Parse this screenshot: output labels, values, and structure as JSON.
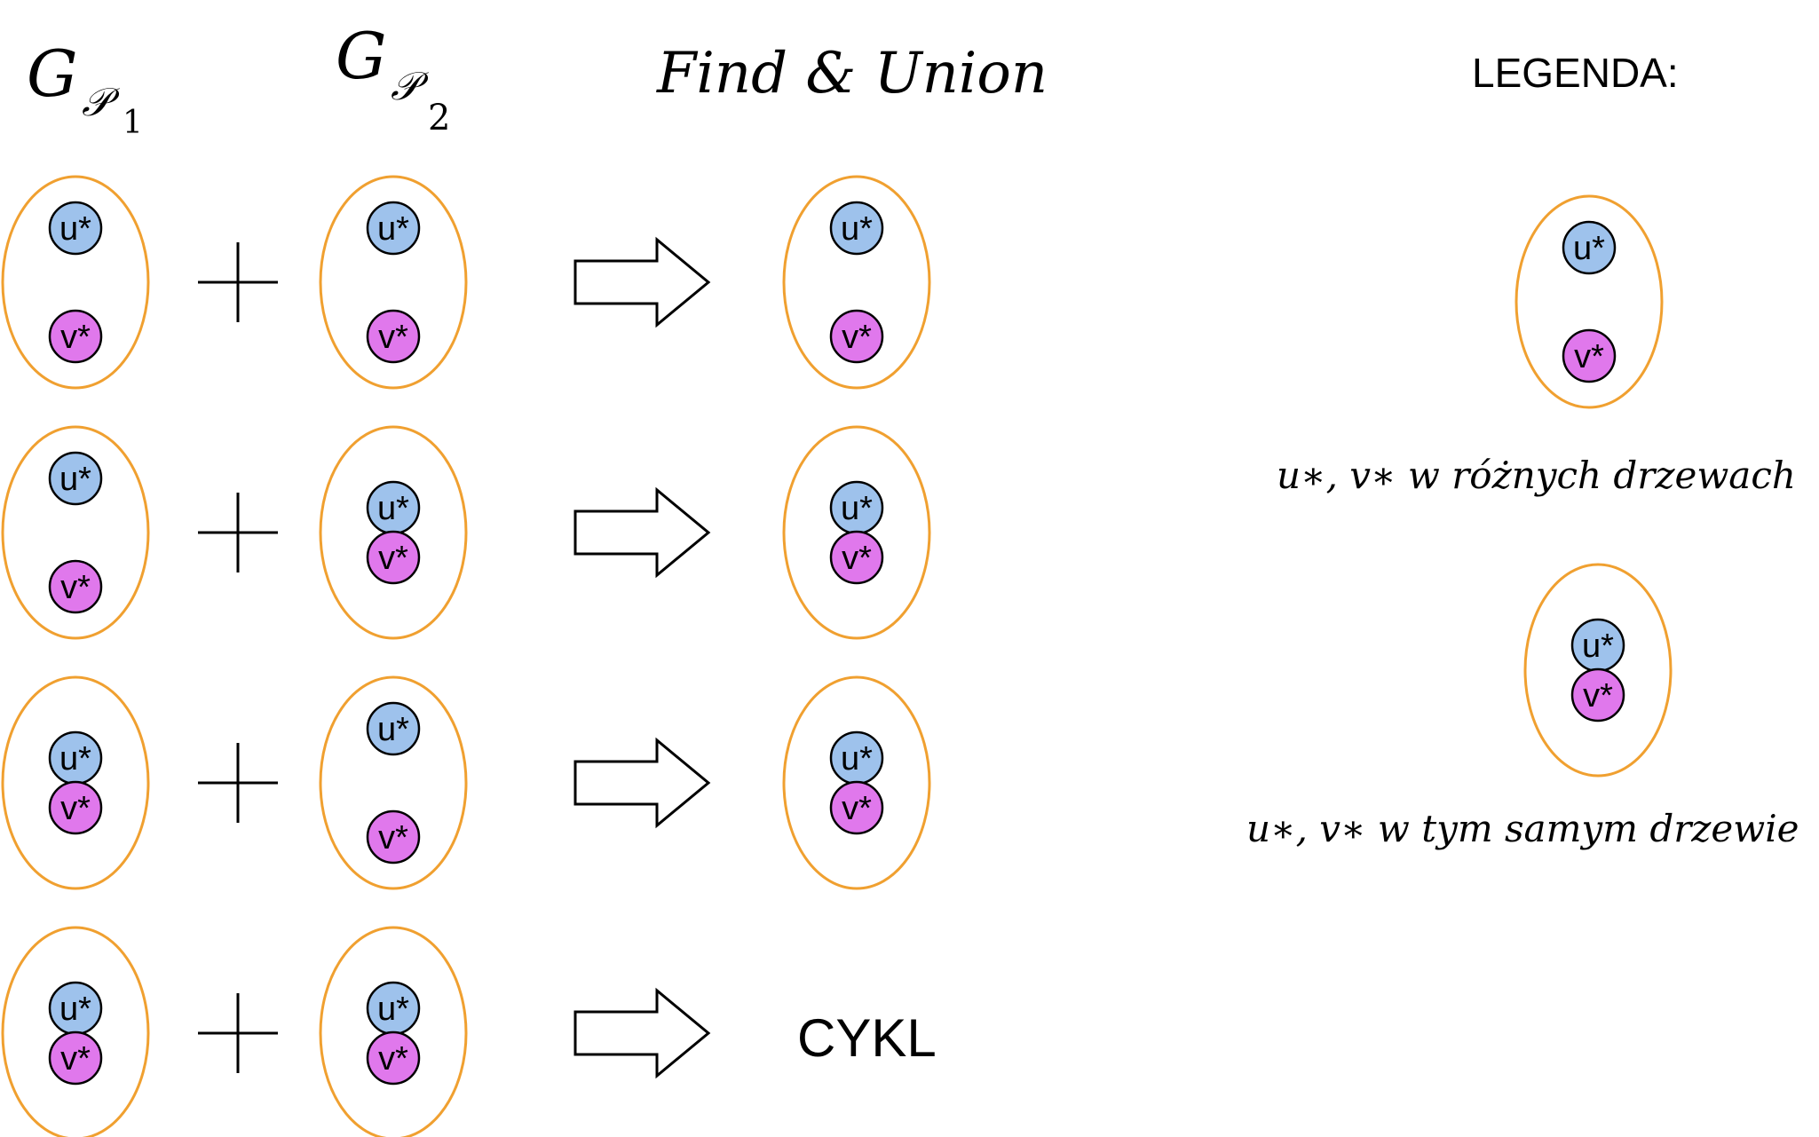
{
  "header": {
    "g_letter": "G",
    "g1_sub_symbol": "𝒫",
    "g1_sub_index": "1",
    "g2_sub_symbol": "𝒫",
    "g2_sub_index": "2",
    "find_union": "Find & Union"
  },
  "legend": {
    "title": "LEGENDA:",
    "different_trees": "u∗, v∗   w różnych drzewach",
    "same_tree": "u∗, v∗   w tym samym drzewie"
  },
  "nodes": {
    "u": "u*",
    "v": "v*"
  },
  "result_cycle": "CYKL",
  "colors": {
    "ellipse_stroke": "#f0a030",
    "u_fill": "#9ec2ec",
    "v_fill": "#e078ec",
    "line": "#000000"
  },
  "rows": [
    {
      "left": "separate",
      "right": "separate",
      "result": "separate"
    },
    {
      "left": "separate",
      "right": "joined",
      "result": "joined"
    },
    {
      "left": "joined",
      "right": "separate",
      "result": "joined"
    },
    {
      "left": "joined",
      "right": "joined",
      "result": "cycle"
    }
  ],
  "legend_items": [
    "separate",
    "joined"
  ]
}
